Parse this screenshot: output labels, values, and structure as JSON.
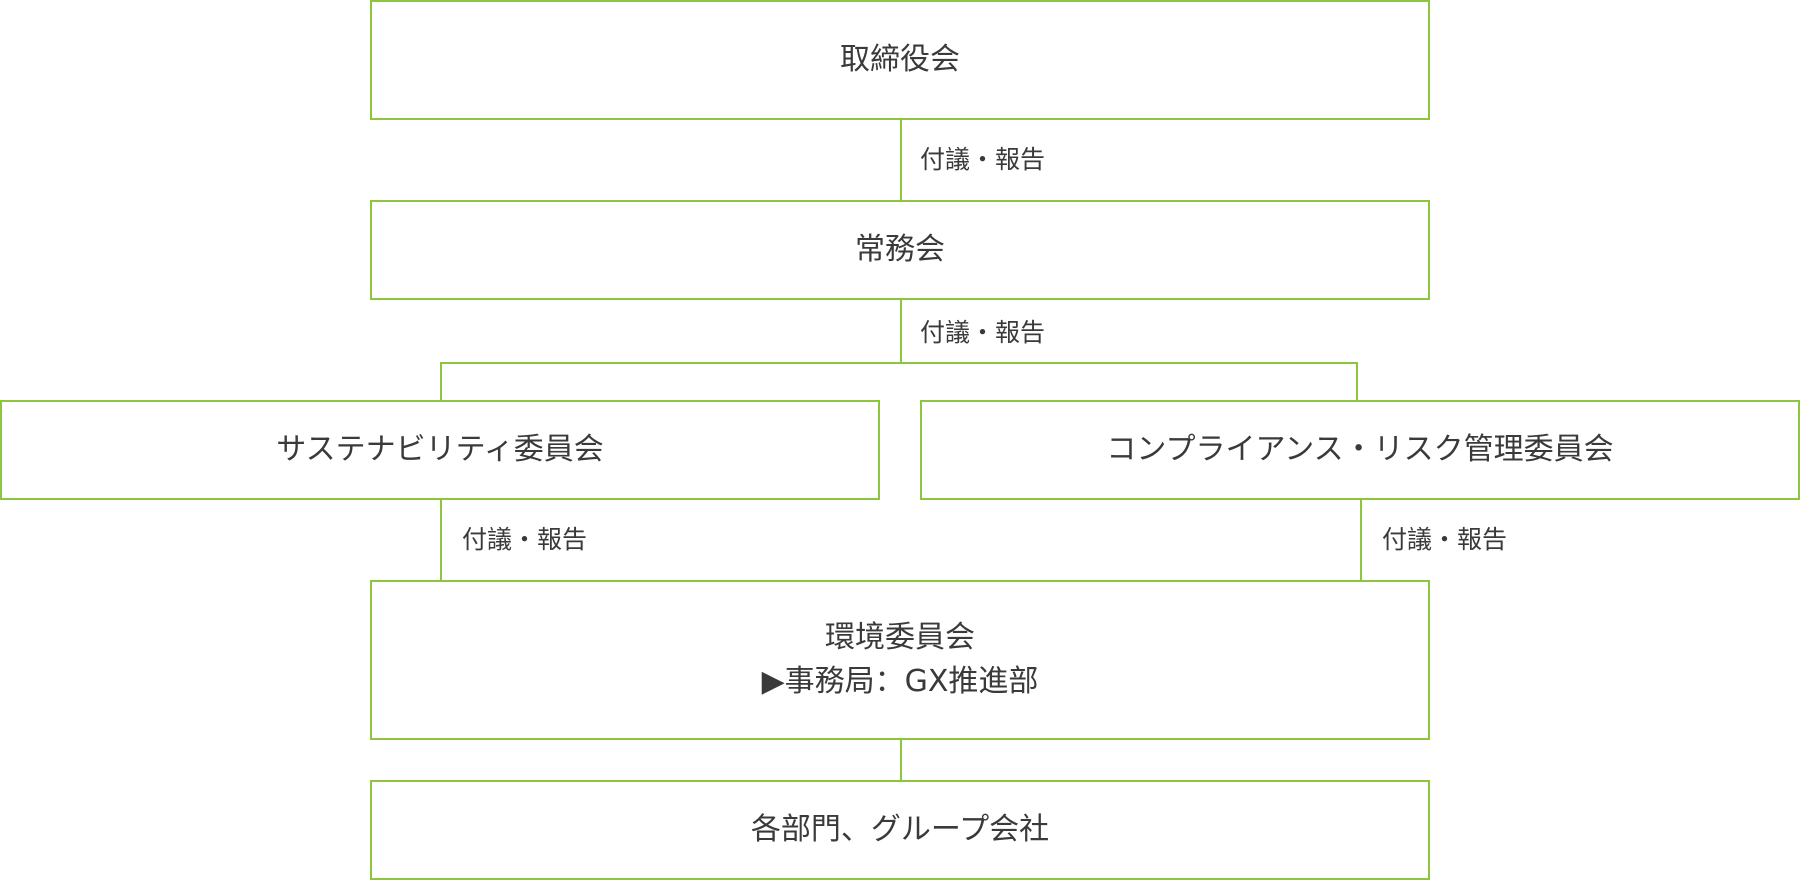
{
  "nodes": {
    "board": "取締役会",
    "executive": "常務会",
    "sustainability": "サステナビリティ委員会",
    "compliance": "コンプライアンス・リスク管理委員会",
    "environment": {
      "title": "環境委員会",
      "secretariat": "▶事務局：GX推進部"
    },
    "departments": "各部門、グループ会社"
  },
  "edge_labels": {
    "executive_to_board": "付議・報告",
    "committees_to_executive": "付議・報告",
    "environment_to_sustainability": "付議・報告",
    "environment_to_compliance": "付議・報告"
  },
  "colors": {
    "accent": "#8cc63f",
    "text": "#3a3a3a",
    "background": "#ffffff"
  }
}
